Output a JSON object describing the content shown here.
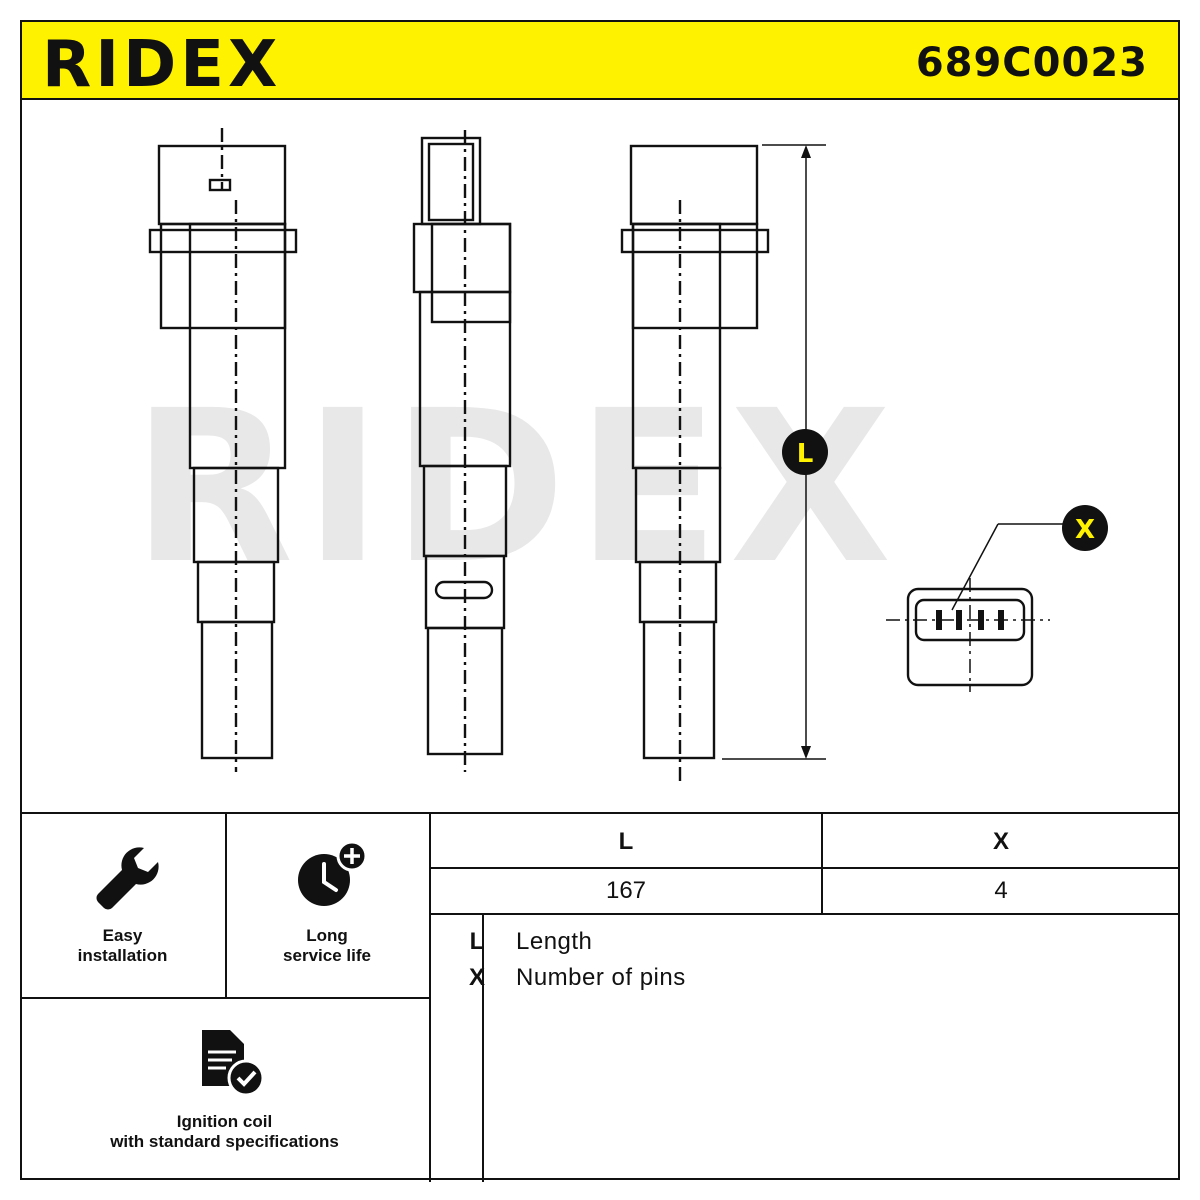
{
  "brand": {
    "logo": "RIDEX",
    "part_number": "689C0023"
  },
  "drawing": {
    "watermark": "RIDEX",
    "dimension_length_label": "L",
    "dimension_pins_label": "X"
  },
  "features": [
    {
      "label_line1": "Easy",
      "label_line2": "installation",
      "icon": "wrench-icon"
    },
    {
      "label_line1": "Long",
      "label_line2": "service life",
      "icon": "clock-plus-icon"
    },
    {
      "label_line1": "Ignition coil",
      "label_line2": "with standard specifications",
      "icon": "document-check-icon"
    }
  ],
  "spec_table": {
    "headers": [
      "L",
      "X"
    ],
    "values": [
      "167",
      "4"
    ]
  },
  "legend": [
    {
      "key": "L",
      "text": "Length"
    },
    {
      "key": "X",
      "text": "Number of pins"
    }
  ],
  "colors": {
    "accent": "#fff200",
    "ink": "#111111",
    "watermark": "#e6e6e6"
  }
}
